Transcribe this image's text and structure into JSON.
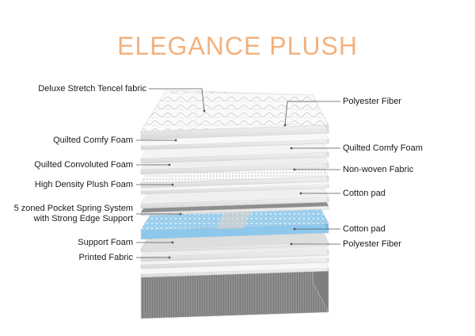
{
  "title": "ELEGANCE PLUSH",
  "colors": {
    "title": "#F2B27F",
    "leader": "#555555",
    "spring": "#8DC8EC",
    "base": "#8C8C8C"
  },
  "left_labels": [
    "Deluxe Stretch Tencel fabric",
    "Quilted Comfy Foam",
    "Quilted Convoluted Foam",
    "High Density Plush Foam",
    "5 zoned Pocket Spring System\nwith Strong Edge Support",
    "Support Foam",
    "Printed Fabric"
  ],
  "right_labels": [
    "Polyester Fiber",
    "Quilted Comfy Foam",
    "Non-woven Fabric",
    "Cotton pad",
    "Cotton pad",
    "Polyester Fiber"
  ]
}
